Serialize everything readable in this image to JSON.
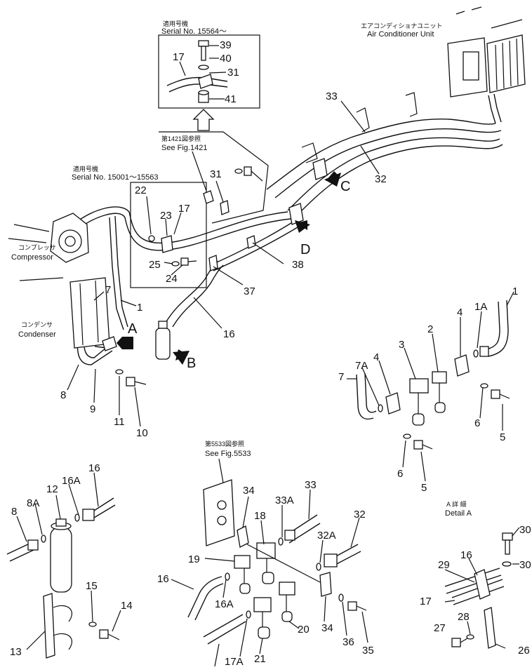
{
  "inset_top": {
    "title_jp": "適用号機",
    "serial": "Serial  No. 15564～",
    "part_numbers": [
      "39",
      "40",
      "17",
      "31",
      "41"
    ]
  },
  "inset_left": {
    "title_jp": "適用号機",
    "serial": "Serial  No. 15001～15563",
    "part_numbers": [
      "22",
      "23",
      "17",
      "25",
      "24"
    ]
  },
  "fig_ref_1421": {
    "jp": "第1421図参照",
    "en": "See Fig.1421"
  },
  "fig_ref_5533": {
    "jp": "第5533図参照",
    "en": "See Fig.5533"
  },
  "components": {
    "aircon_jp": "エアコンディショナユニット",
    "aircon_en": "Air Conditioner Unit",
    "compressor_jp": "コンプレッサ",
    "compressor_en": "Compressor",
    "condenser_jp": "コンデンサ",
    "condenser_en": "Condenser"
  },
  "view_arrows": [
    "A",
    "B",
    "C",
    "D"
  ],
  "detail_a": {
    "jp": "A 詳 細",
    "en": "Detail A"
  },
  "main_parts": [
    "33",
    "32",
    "31",
    "38",
    "37",
    "16",
    "1",
    "7",
    "8",
    "9",
    "11",
    "10"
  ],
  "detail_right_parts": [
    "1",
    "1A",
    "4",
    "2",
    "3",
    "4",
    "7A",
    "7",
    "6",
    "5",
    "6",
    "5"
  ],
  "bottom_left_parts": [
    "16",
    "16A",
    "12",
    "8A",
    "8",
    "15",
    "14",
    "13"
  ],
  "bottom_mid_parts": [
    "34",
    "33",
    "33A",
    "18",
    "32",
    "32A",
    "19",
    "16",
    "16A",
    "34",
    "36",
    "35",
    "20",
    "21",
    "17A"
  ],
  "detail_a_parts": [
    "30",
    "30",
    "16",
    "29",
    "17",
    "28",
    "27",
    "26"
  ]
}
